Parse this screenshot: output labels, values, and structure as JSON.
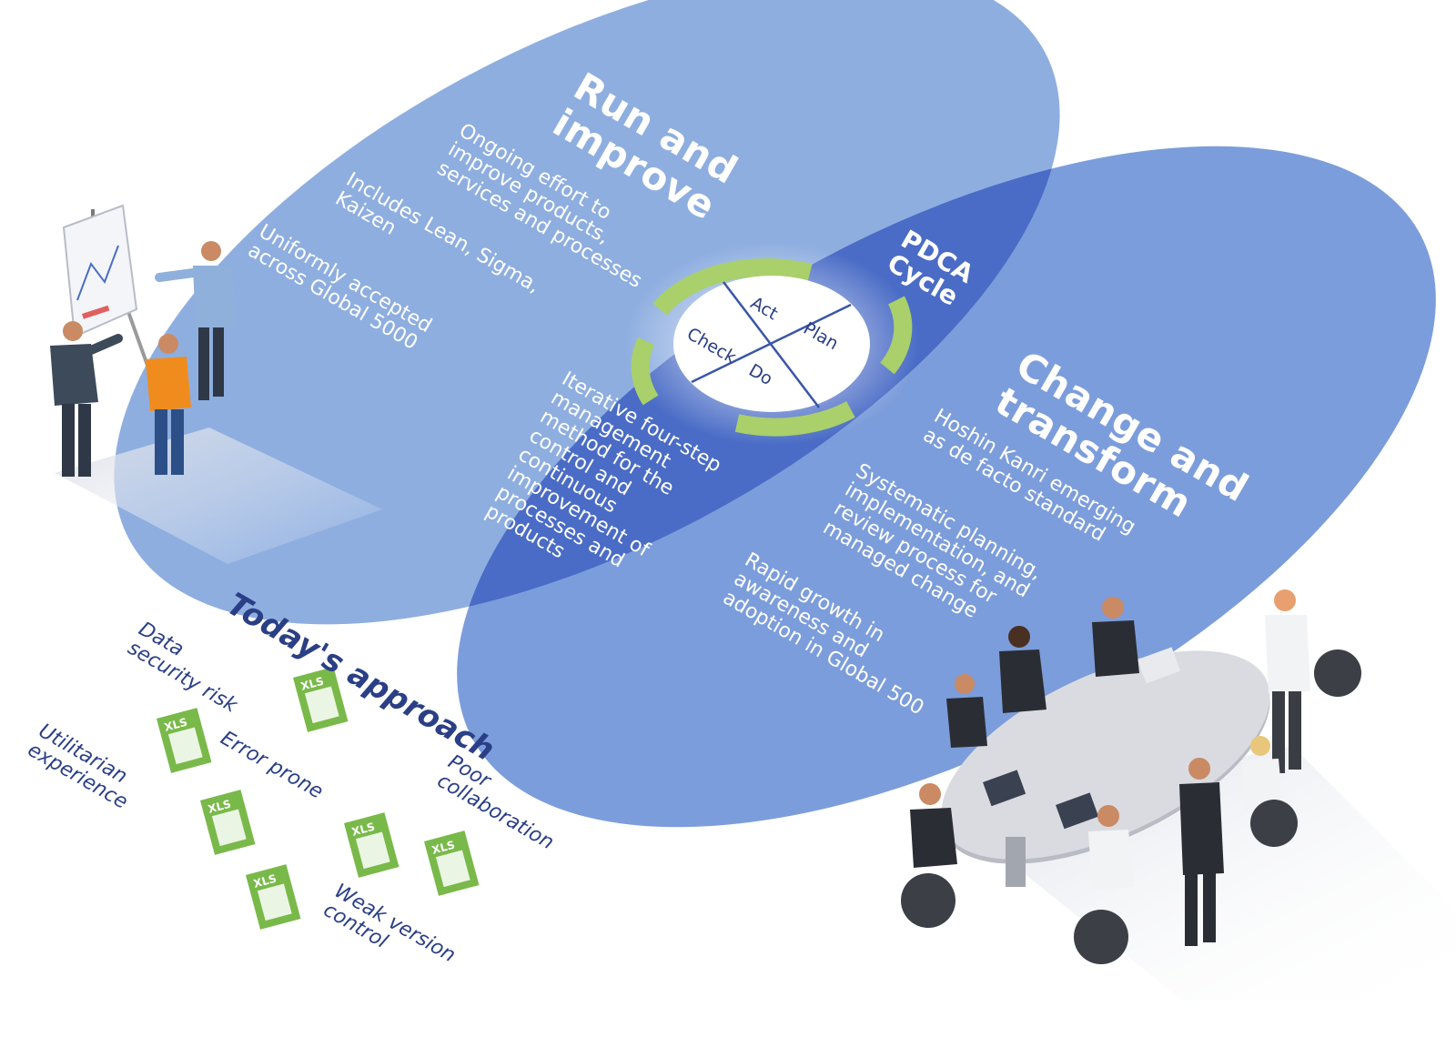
{
  "run_improve": {
    "title": "Run and\nimprove",
    "p1": "Ongoing effort to\nimprove products,\nservices and processes",
    "p2": "Includes Lean, Sigma,\nKaizen",
    "p3": "Uniformly accepted\nacross Global 5000"
  },
  "pdca": {
    "title": "PDCA\nCycle",
    "act": "Act",
    "plan": "Plan",
    "check": "Check",
    "do": "Do",
    "desc": "Iterative four-step\nmanagement\nmethod for the\ncontrol and\ncontinuous\nimprovement of\nprocesses and\nproducts"
  },
  "change_transform": {
    "title": "Change and\ntransform",
    "p1": "Hoshin Kanri emerging\nas de facto standard",
    "p2": "Systematic planning,\nimplementation, and\nreview process for\nmanaged change",
    "p3": "Rapid growth in\nawareness and\nadoption in Global 500"
  },
  "today": {
    "title": "Today's approach",
    "issues": {
      "data_security": "Data\nsecurity risk",
      "utilitarian": "Utilitarian\nexperience",
      "error_prone": "Error prone",
      "poor_collab": "Poor\ncollaboration",
      "weak_version": "Weak version\ncontrol"
    },
    "file_label": "XLS"
  },
  "colors": {
    "left_circle": "#8eaee0",
    "right_circle": "#7a9bdb",
    "overlap": "#4a6cc6",
    "ring_green": "#a9d06a",
    "text_dark": "#2a3f86",
    "xls_green": "#79b94a"
  }
}
